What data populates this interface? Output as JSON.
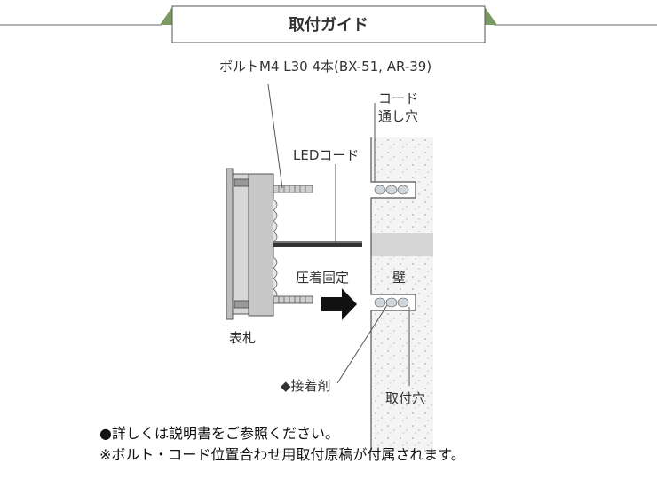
{
  "header": {
    "title": "取付ガイド"
  },
  "colors": {
    "accent_green": "#7a9a62",
    "title_bg": "#ffffff",
    "line": "#555555"
  },
  "diagram": {
    "labels": {
      "bolt": "ボルトM4 L30 4本(BX-51, AR-39)",
      "cord_hole_line1": "コード",
      "cord_hole_line2": "通し穴",
      "led_cord": "LEDコード",
      "press_fix": "圧着固定",
      "wall": "壁",
      "nameplate": "表札",
      "adhesive": "◆接着剤",
      "mount_hole": "取付穴"
    }
  },
  "notes": {
    "line1": "●詳しくは説明書をご参照ください。",
    "line2": "※ボルト・コード位置合わせ用取付原稿が付属されます。"
  }
}
